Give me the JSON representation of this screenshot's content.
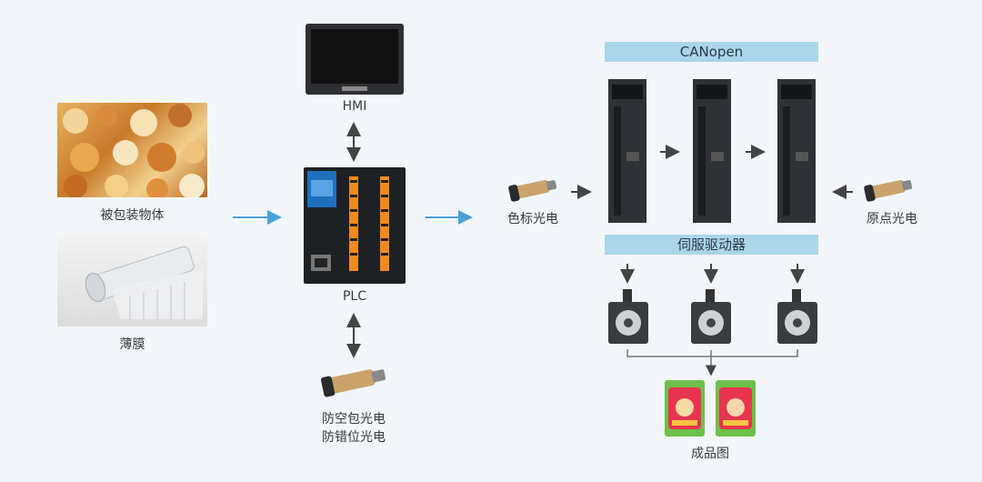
{
  "labels": {
    "food": "被包装物体",
    "film": "薄膜",
    "hmi": "HMI",
    "plc": "PLC",
    "anti_sensor_line1": "防空包光电",
    "anti_sensor_line2": "防错位光电",
    "color_sensor": "色标光电",
    "origin_sensor": "原点光电",
    "canopen": "CANopen",
    "servo_drive": "伺服驱动器",
    "product": "成品图"
  },
  "colors": {
    "background": "#f2f6fa",
    "bus_bar": "#a9d6ea",
    "flow_arrow": "#4aa3d8",
    "dark_arrow": "#444444"
  },
  "icons": {
    "hmi": "touchscreen-icon",
    "plc": "plc-controller-icon",
    "sensor": "photoelectric-sensor-icon",
    "drive": "servo-drive-icon",
    "motor": "servo-motor-icon",
    "package": "snack-bag-icon"
  }
}
